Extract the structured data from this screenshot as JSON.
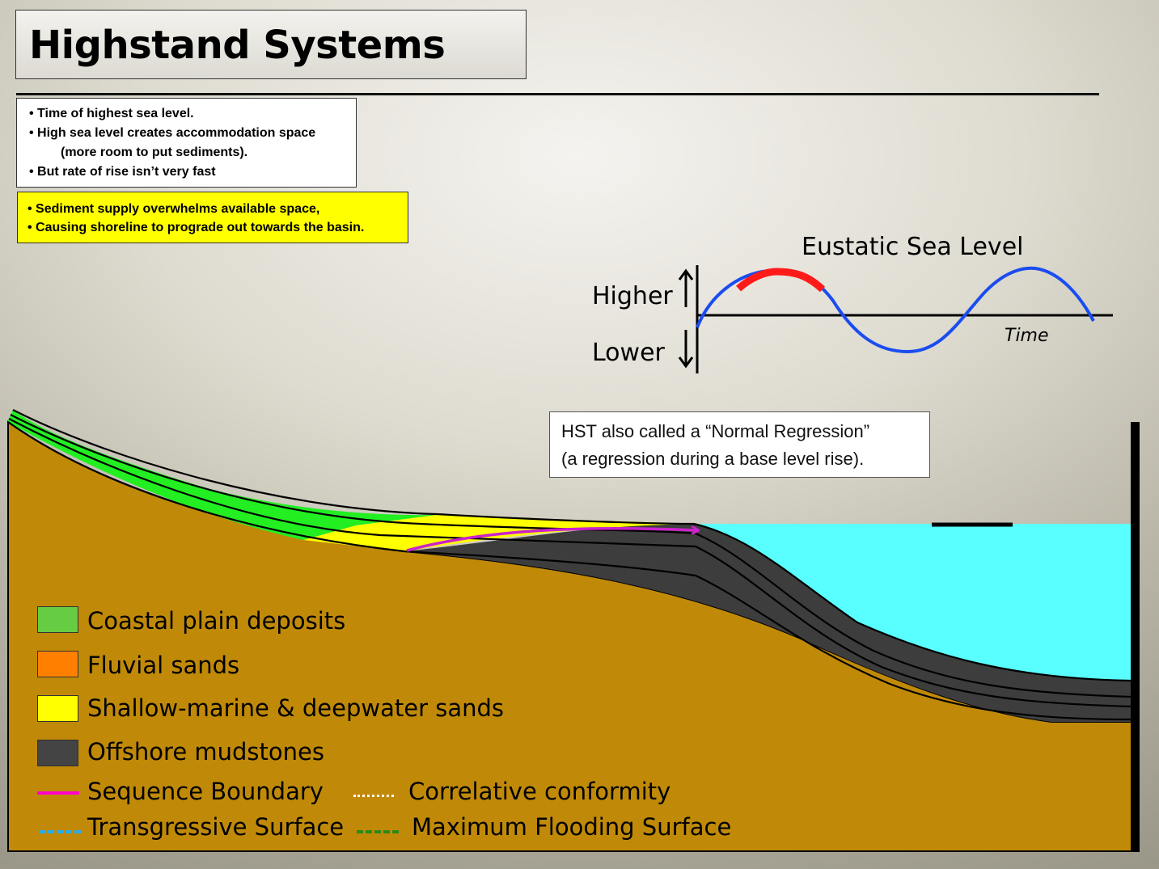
{
  "title": "Highstand Systems Tract",
  "notes_white": [
    "•  Time of highest sea level.",
    "•  High sea level creates accommodation space",
    "(more room to put sediments).",
    "• But rate of rise isn’t very fast"
  ],
  "notes_yellow": [
    "• Sediment supply overwhelms available space,",
    "• Causing shoreline to prograde out towards the basin."
  ],
  "sea_level_chart": {
    "title": "Eustatic  Sea Level",
    "higher_label": "Higher",
    "lower_label": "Lower",
    "time_label": "Time",
    "curve_color": "#1a4cf0",
    "highlight_color": "#ff1a1a"
  },
  "hst_note": [
    "HST also called a “Normal Regression”",
    "(a regression during a base level rise)."
  ],
  "colors": {
    "basement": "#c08a08",
    "water": "#59ffff",
    "coastal_plain": "#22ee22",
    "shallow_marine": "#ffff00",
    "offshore_mud": "#3d3d3d",
    "sequence_boundary": "#cc22cc"
  },
  "legend": {
    "coastal_plain": {
      "label": "Coastal plain deposits",
      "color": "#66cc44"
    },
    "fluvial": {
      "label": "Fluvial sands",
      "color": "#ff8000"
    },
    "shallow_marine": {
      "label": "Shallow-marine & deepwater sands",
      "color": "#ffff00"
    },
    "offshore": {
      "label": "Offshore mudstones",
      "color": "#444444"
    },
    "sequence_boundary": {
      "label": "Sequence Boundary",
      "color": "#ff00cc"
    },
    "correlative": {
      "label": "Correlative conformity",
      "color": "#ffffff"
    },
    "transgressive": {
      "label": "Transgressive Surface",
      "color": "#22aaee"
    },
    "mfs": {
      "label": "Maximum Flooding Surface",
      "color": "#2a8a1a"
    }
  }
}
